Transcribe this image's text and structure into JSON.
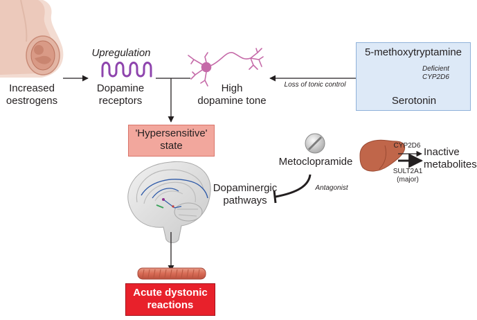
{
  "nodes": {
    "oestrogens": "Increased\noestrogens",
    "upregulation": "Upregulation",
    "receptors": "Dopamine\nreceptors",
    "dopamine_tone": "High\ndopamine tone",
    "methoxy": "5-methoxytryptamine",
    "deficient": "Deficient\nCYP2D6",
    "serotonin": "Serotonin",
    "tonic": "Loss of tonic control",
    "hypersensitive": "'Hypersensitive'\nstate",
    "metoclopramide": "Metoclopramide",
    "cyp2d6": "CYP2D6",
    "inactive": "Inactive\nmetabolites",
    "sult": "SULT2A1\n(major)",
    "pathways": "Dopaminergic\npathways",
    "antagonist": "Antagonist",
    "acute": "Acute dystonic\nreactions"
  },
  "colors": {
    "serotonin_box_fill": "#dde9f7",
    "serotonin_box_border": "#8fb1d9",
    "hypersensitive_fill": "#f2a79d",
    "hypersensitive_border": "#d9756a",
    "acute_fill": "#e8212b",
    "acute_border": "#a4111a",
    "receptor_purple": "#8e44ad",
    "neuron_pink": "#c56aa8",
    "liver_brown": "#c0664a",
    "muscle_red": "#d9735f",
    "arrow": "#231f20"
  },
  "icons": [
    "pregnant-woman-icon",
    "receptor-coil-icon",
    "neuron-icon",
    "pill-icon",
    "liver-icon",
    "brain-icon",
    "muscle-fiber-icon"
  ]
}
